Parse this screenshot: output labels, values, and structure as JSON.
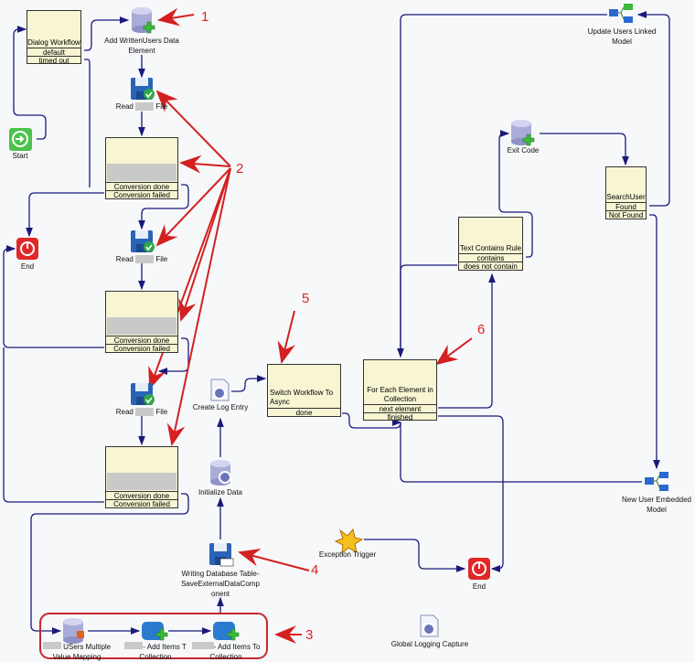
{
  "nodes": {
    "dialog": {
      "label": "Dialog Workflow",
      "outputs": [
        "default",
        "timed out"
      ]
    },
    "add_written": {
      "label": "Add WrittenUsers Data\nElement"
    },
    "read1": {
      "label_a": "Read",
      "label_b": "File"
    },
    "read2": {
      "label_a": "Read",
      "label_b": "File"
    },
    "read3": {
      "label_a": "Read",
      "label_b": "File"
    },
    "conv1": {
      "outputs": [
        "Conversion done",
        "Conversion failed"
      ]
    },
    "conv2": {
      "outputs": [
        "Conversion done",
        "Conversion failed"
      ]
    },
    "conv3": {
      "outputs": [
        "Conversion done",
        "Conversion failed"
      ]
    },
    "start": {
      "label": "Start"
    },
    "end1": {
      "label": "End"
    },
    "end2": {
      "label": "End"
    },
    "create_log": {
      "label": "Create Log Entry"
    },
    "switch_async": {
      "label": "Switch Workflow To\nAsync",
      "outputs": [
        "done"
      ]
    },
    "init_data": {
      "label": "Initialize Data"
    },
    "writing_db": {
      "label": "Writing Database Table-\nSaveExternalDataComp\nonent"
    },
    "users_mapping": {
      "label": "USers Multiple\nValue Mapping"
    },
    "add_items1": {
      "label": "- Add Items T\nCollection"
    },
    "add_items2": {
      "label": "- Add Items To\nCollection"
    },
    "exception": {
      "label": "Exception Trigger"
    },
    "global_logging": {
      "label": "Global Logging Capture"
    },
    "for_each": {
      "label": "For Each Element in\nCollection",
      "outputs": [
        "next element",
        "finished"
      ]
    },
    "text_contains": {
      "label": "Text Contains Rule",
      "outputs": [
        "contains",
        "does not contain"
      ]
    },
    "exit_code": {
      "label": "Exit Code"
    },
    "search_user": {
      "label": "SearchUser",
      "outputs": [
        "Found",
        "Not Found"
      ]
    },
    "update_linked": {
      "label": "Update Users Linked\nModel"
    },
    "new_embedded": {
      "label": "New User Embedded\nModel"
    }
  },
  "annotations": [
    "1",
    "2",
    "3",
    "4",
    "5",
    "6"
  ],
  "colors": {
    "connector": "#1a1a7a",
    "annotation": "#d42020",
    "box_fill": "#f7f5d2",
    "background": "#f7f8fa"
  }
}
